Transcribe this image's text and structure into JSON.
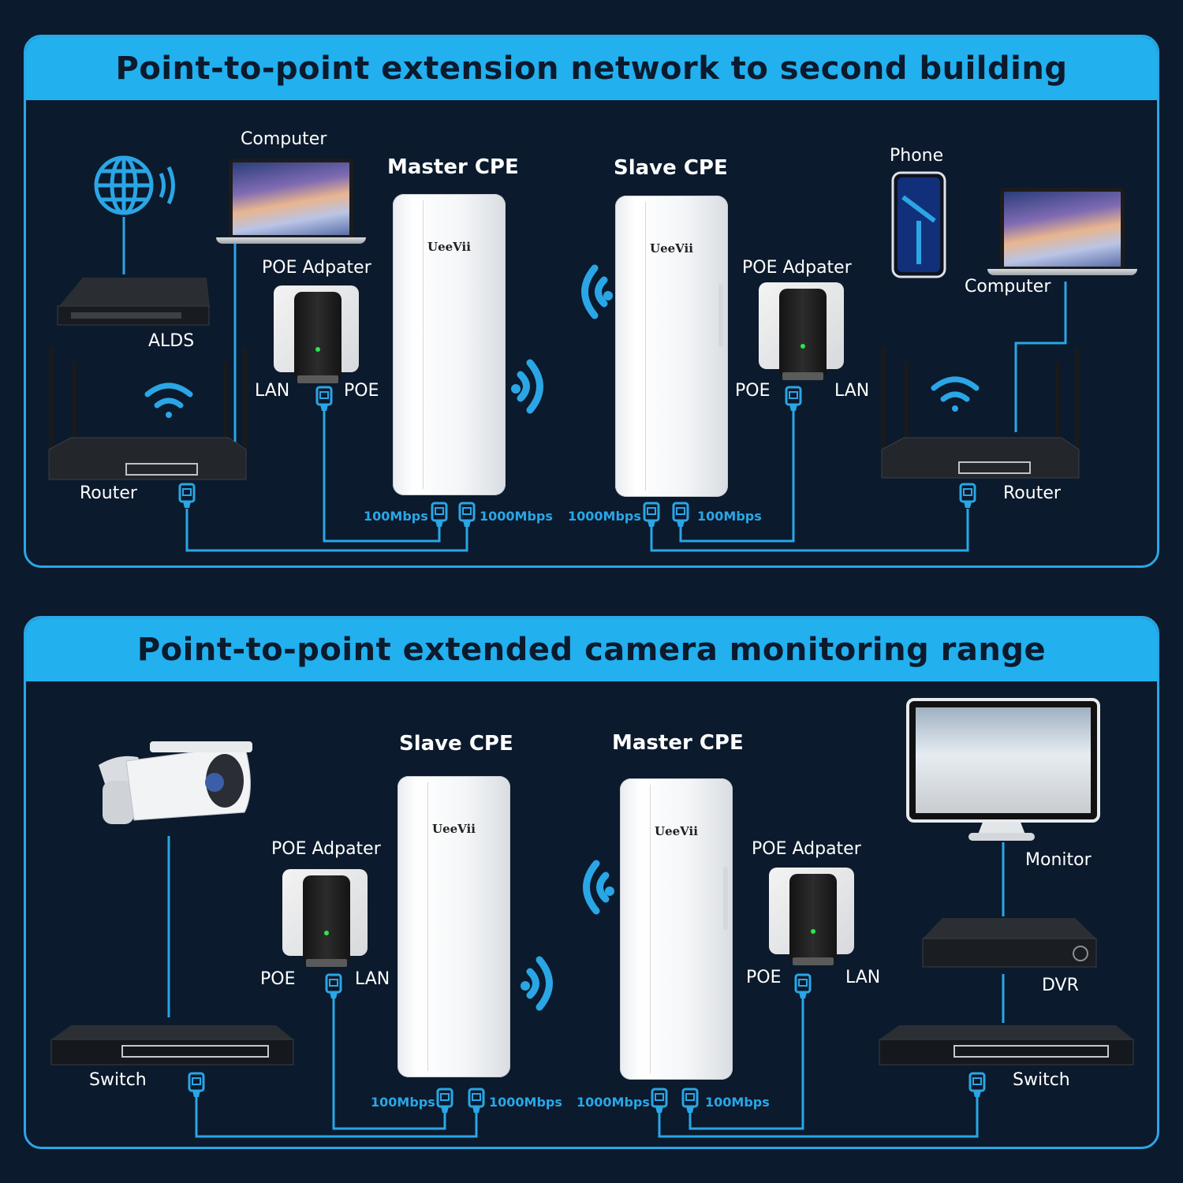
{
  "panels": {
    "top": {
      "title": "Point-to-point extension network to second building",
      "labels": {
        "computer_left": "Computer",
        "master_cpe": "Master CPE",
        "slave_cpe": "Slave CPE",
        "phone": "Phone",
        "poe_adapter_left": "POE Adpater",
        "poe_adapter_right": "POE Adpater",
        "computer_right": "Computer",
        "alds": "ALDS",
        "lan_left": "LAN",
        "poe_left": "POE",
        "poe_right": "POE",
        "lan_right": "LAN",
        "router_left": "Router",
        "router_right": "Router",
        "speed_1": "100Mbps",
        "speed_2": "1000Mbps",
        "speed_3": "1000Mbps",
        "speed_4": "100Mbps",
        "brand_master": "UeeVii",
        "brand_slave": "UeeVii"
      }
    },
    "bottom": {
      "title": "Point-to-point extended camera monitoring range",
      "labels": {
        "slave_cpe": "Slave CPE",
        "master_cpe": "Master CPE",
        "poe_adapter_left": "POE Adpater",
        "poe_adapter_right": "POE Adpater",
        "poe_left": "POE",
        "lan_left": "LAN",
        "poe_right": "POE",
        "lan_right": "LAN",
        "monitor": "Monitor",
        "dvr": "DVR",
        "switch_left": "Switch",
        "switch_right": "Switch",
        "speed_1": "100Mbps",
        "speed_2": "1000Mbps",
        "speed_3": "1000Mbps",
        "speed_4": "100Mbps",
        "brand_slave": "UeeVii",
        "brand_master": "UeeVii"
      }
    }
  },
  "colors": {
    "background": "#0b1a2c",
    "accent": "#22b0ef",
    "line": "#2aa6e6",
    "text": "#ffffff"
  },
  "icons": [
    "globe-icon",
    "wifi-icon",
    "signal-wave-icon",
    "ethernet-plug-icon",
    "laptop-icon",
    "phone-icon",
    "router-icon",
    "modem-icon",
    "cctv-camera-icon",
    "monitor-icon",
    "dvr-icon",
    "switch-icon",
    "poe-adapter-icon",
    "cpe-device-icon"
  ]
}
